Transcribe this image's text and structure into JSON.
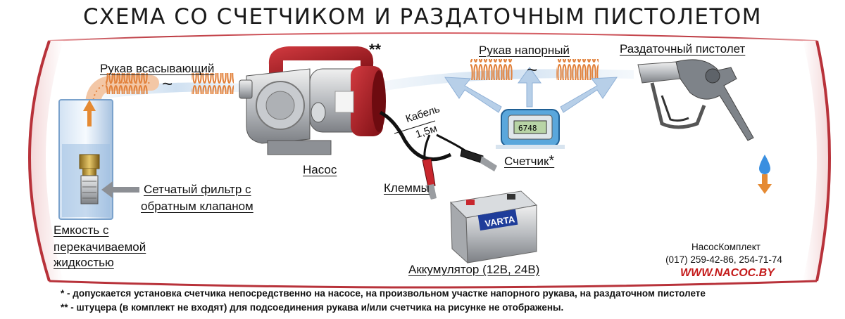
{
  "title": "СХЕМА СО СЧЕТЧИКОМ И РАЗДАТОЧНЫМ ПИСТОЛЕТОМ",
  "labels": {
    "suction_hose": "Рукав всасывающий",
    "pressure_hose": "Рукав напорный",
    "dispensing_gun": "Раздаточный пистолет",
    "pump": "Насос",
    "pump_marker": "**",
    "cable_line1": "Кабель",
    "cable_line2": "1,5м",
    "clamps": "Клеммы",
    "counter": "Счетчик",
    "counter_marker": "*",
    "filter_line1": "Сетчатый фильтр с",
    "filter_line2": "обратным клапаном",
    "tank_line1": "Емкость с",
    "tank_line2": "перекачиваемой",
    "tank_line3": "жидкостью",
    "battery": "Аккумулятор (12В, 24В)",
    "tilde": "~"
  },
  "counter_display": "6748",
  "battery_brand": "VARTA",
  "company": {
    "name": "НасосКомплект",
    "phones": "(017) 259-42-86, 254-71-74",
    "site": "WWW.NACOC.BY"
  },
  "footnotes": [
    "* - допускается установка счетчика непосредственно на насосе, на произвольном участке напорного рукава, на раздаточном пистолете",
    "** - штуцера (в комплект не входят) для подсоединения рукава и/или счетчика на рисунке не отображены."
  ],
  "colors": {
    "frame_red": "#b8323a",
    "pump_red": "#b51d25",
    "hose_orange": "#e2823c",
    "arrow_blue": "#a9c6e3",
    "site_red": "#c41a1a",
    "tank_blue": "#8fb6dd"
  }
}
